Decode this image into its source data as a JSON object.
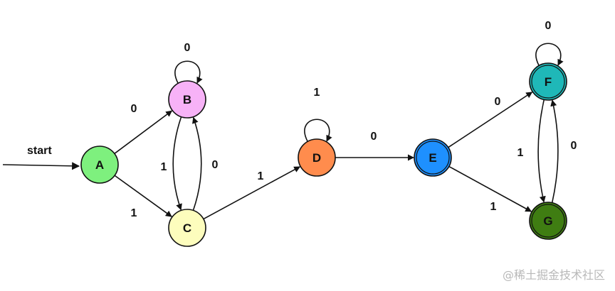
{
  "start_label": "start",
  "watermark": "@稀土掘金技术社区",
  "states": [
    {
      "id": "A",
      "label": "A",
      "color": "#7ef07e",
      "accepting": false
    },
    {
      "id": "B",
      "label": "B",
      "color": "#f7b2f7",
      "accepting": false
    },
    {
      "id": "C",
      "label": "C",
      "color": "#fdfdbd",
      "accepting": false
    },
    {
      "id": "D",
      "label": "D",
      "color": "#ff8c4d",
      "accepting": false
    },
    {
      "id": "E",
      "label": "E",
      "color": "#1e90ff",
      "accepting": true
    },
    {
      "id": "F",
      "label": "F",
      "color": "#1fb8b8",
      "accepting": true
    },
    {
      "id": "G",
      "label": "G",
      "color": "#3f7d12",
      "accepting": true
    }
  ],
  "transitions": [
    {
      "from": "A",
      "to": "B",
      "symbol": "0"
    },
    {
      "from": "A",
      "to": "C",
      "symbol": "1"
    },
    {
      "from": "B",
      "to": "B",
      "symbol": "0"
    },
    {
      "from": "B",
      "to": "C",
      "symbol": "1"
    },
    {
      "from": "C",
      "to": "B",
      "symbol": "0"
    },
    {
      "from": "C",
      "to": "D",
      "symbol": "1"
    },
    {
      "from": "D",
      "to": "D",
      "symbol": "1"
    },
    {
      "from": "D",
      "to": "E",
      "symbol": "0"
    },
    {
      "from": "E",
      "to": "F",
      "symbol": "0"
    },
    {
      "from": "E",
      "to": "G",
      "symbol": "1"
    },
    {
      "from": "F",
      "to": "F",
      "symbol": "0"
    },
    {
      "from": "F",
      "to": "G",
      "symbol": "1"
    },
    {
      "from": "G",
      "to": "F",
      "symbol": "0"
    }
  ]
}
